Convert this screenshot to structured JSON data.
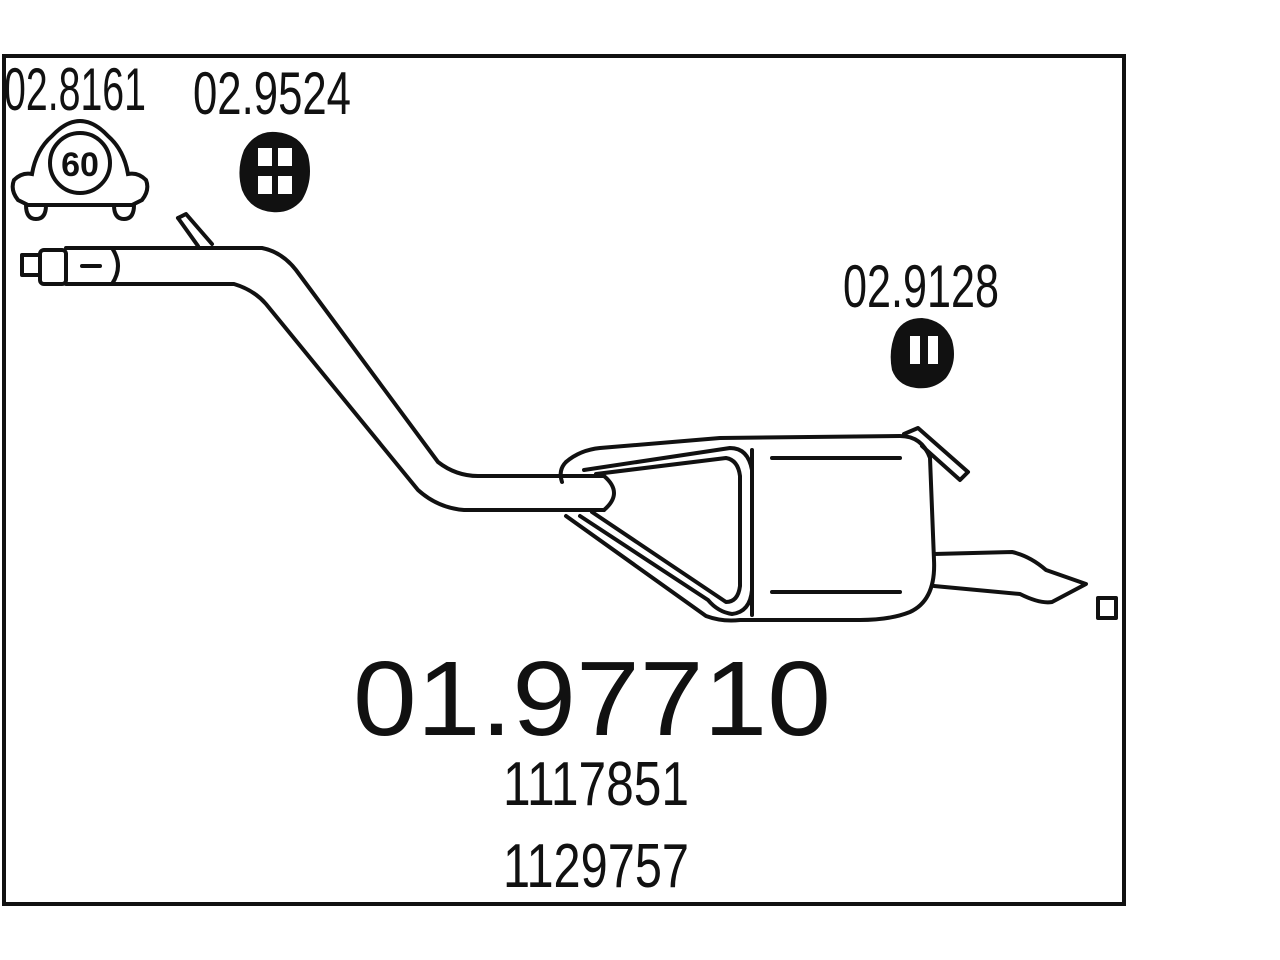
{
  "diagram": {
    "part_number": "01.97710",
    "oem_numbers": [
      "1117851",
      "1129757"
    ],
    "accessories": [
      {
        "code": "02.8161",
        "icon": "exhaust-clamp-icon",
        "clamp_size": "60"
      },
      {
        "code": "02.9524",
        "icon": "rubber-mount-icon"
      },
      {
        "code": "02.9128",
        "icon": "rubber-mount-icon"
      }
    ],
    "colors": {
      "line": "#111111",
      "background": "#ffffff"
    }
  }
}
